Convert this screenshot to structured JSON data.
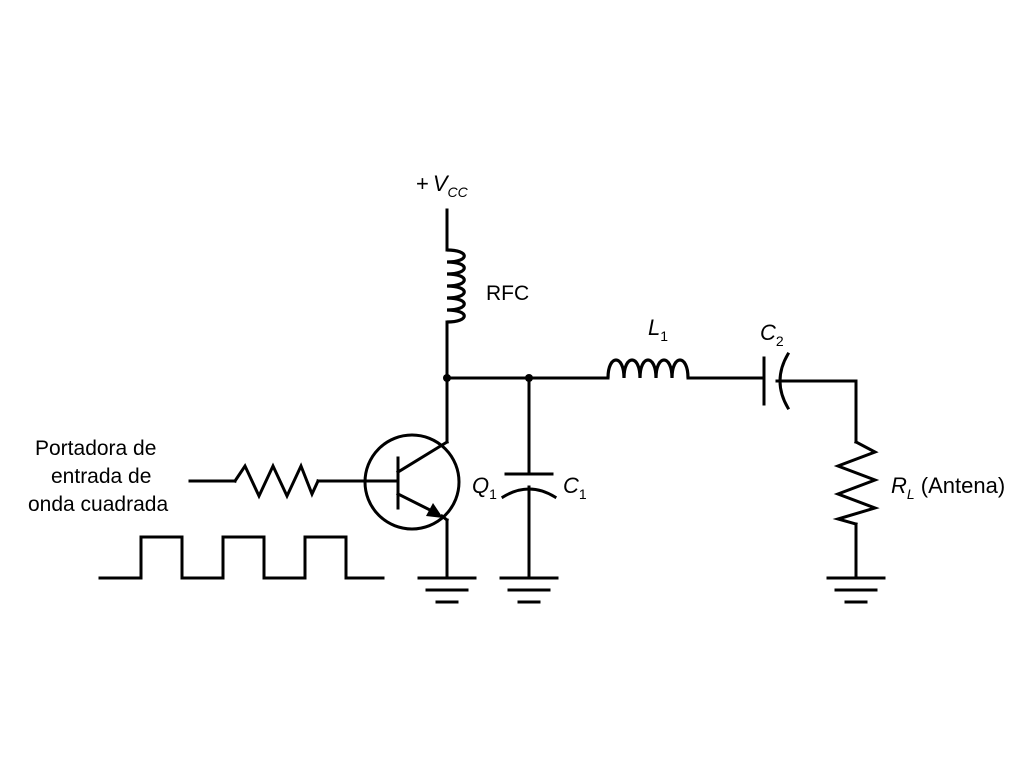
{
  "labels": {
    "vcc_prefix": "+",
    "vcc_main": "V",
    "vcc_sub": "CC",
    "rfc": "RFC",
    "l1_main": "L",
    "l1_sub": "1",
    "c2_main": "C",
    "c2_sub": "2",
    "q1_main": "Q",
    "q1_sub": "1",
    "c1_main": "C",
    "c1_sub": "1",
    "rl_main": "R",
    "rl_sub": "L",
    "rl_suffix": " (Antena)",
    "input_line1": "Portadora de",
    "input_line2": "entrada de",
    "input_line3": "onda cuadrada"
  },
  "colors": {
    "ink": "#000000",
    "background": "#ffffff"
  }
}
